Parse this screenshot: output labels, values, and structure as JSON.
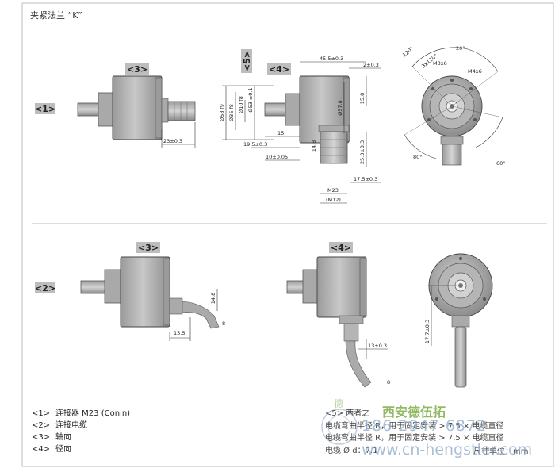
{
  "title": "夹紧法兰 “K”",
  "view_tags": {
    "t1": "<1>",
    "t2": "<2>",
    "t3a": "<3>",
    "t4a": "<4>",
    "t5": "<5>",
    "t3b": "<3>",
    "t4b": "<4>"
  },
  "dimensions": {
    "d_23": "23±0.3",
    "d_58": "Ø58 f9",
    "d_36": "Ø36 f8",
    "d_10": "Ø10 f8",
    "d_53": "Ø53 ±0.1",
    "d_45": "45.5±0.3",
    "d_2": "2±0.3",
    "d_158": "15.8",
    "d_578": "Ø57.8",
    "d_15": "15",
    "d_195": "19.5±0.3",
    "d_10b": "10±0.05",
    "d_148": "14.8",
    "d_253": "25.3±0.3",
    "d_175": "17.5±0.3",
    "d_m23": "M23",
    "d_m12": "(M12)",
    "d_120": "120°",
    "d_3x120": "3x120°",
    "d_20": "20°",
    "d_m3": "M3x6",
    "d_m4": "M4x6",
    "d_80": "80°",
    "d_60": "60°",
    "d_155": "15.5",
    "d_8": "8",
    "d_13": "13±0.3",
    "d_177": "17.7±0.3"
  },
  "legend": [
    {
      "num": "<1>",
      "text": "连接器 M23 (Conin)"
    },
    {
      "num": "<2>",
      "text": "连接电缆"
    },
    {
      "num": "<3>",
      "text": "轴向"
    },
    {
      "num": "<4>",
      "text": "径向"
    }
  ],
  "notes": [
    "<5> 两者之",
    "电缆弯曲半径 R，用于固定安装 > 7.5 × 电缆直径",
    "电缆弯曲半径 R，用于固定安装 > 7.5 × 电缆直径",
    "电缆 Ø d：7.1"
  ],
  "unit_note": "尺寸单位：mm",
  "watermark": {
    "company": "西安德伍拓",
    "phone": "186 2947 6872",
    "url": "www.cn-hengstler.com",
    "seal_char": "德"
  }
}
